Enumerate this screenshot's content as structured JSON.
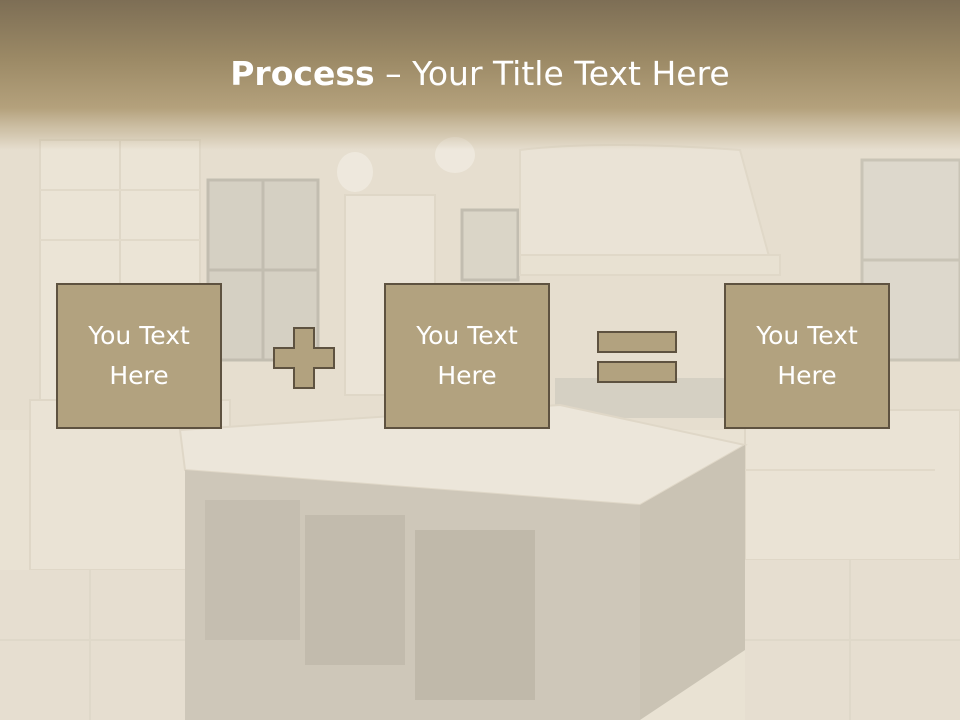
{
  "slide": {
    "title_bold": "Process",
    "title_rest": " – Your Title Text Here",
    "boxes": [
      {
        "text": "You Text Here"
      },
      {
        "text": "You Text Here"
      },
      {
        "text": "You Text Here"
      }
    ],
    "operators": [
      "plus-icon",
      "equals-icon"
    ]
  },
  "colors": {
    "title_band": "#9c8a66",
    "box_fill": "#b2a27f",
    "box_border": "#5e5240",
    "text": "#ffffff"
  }
}
